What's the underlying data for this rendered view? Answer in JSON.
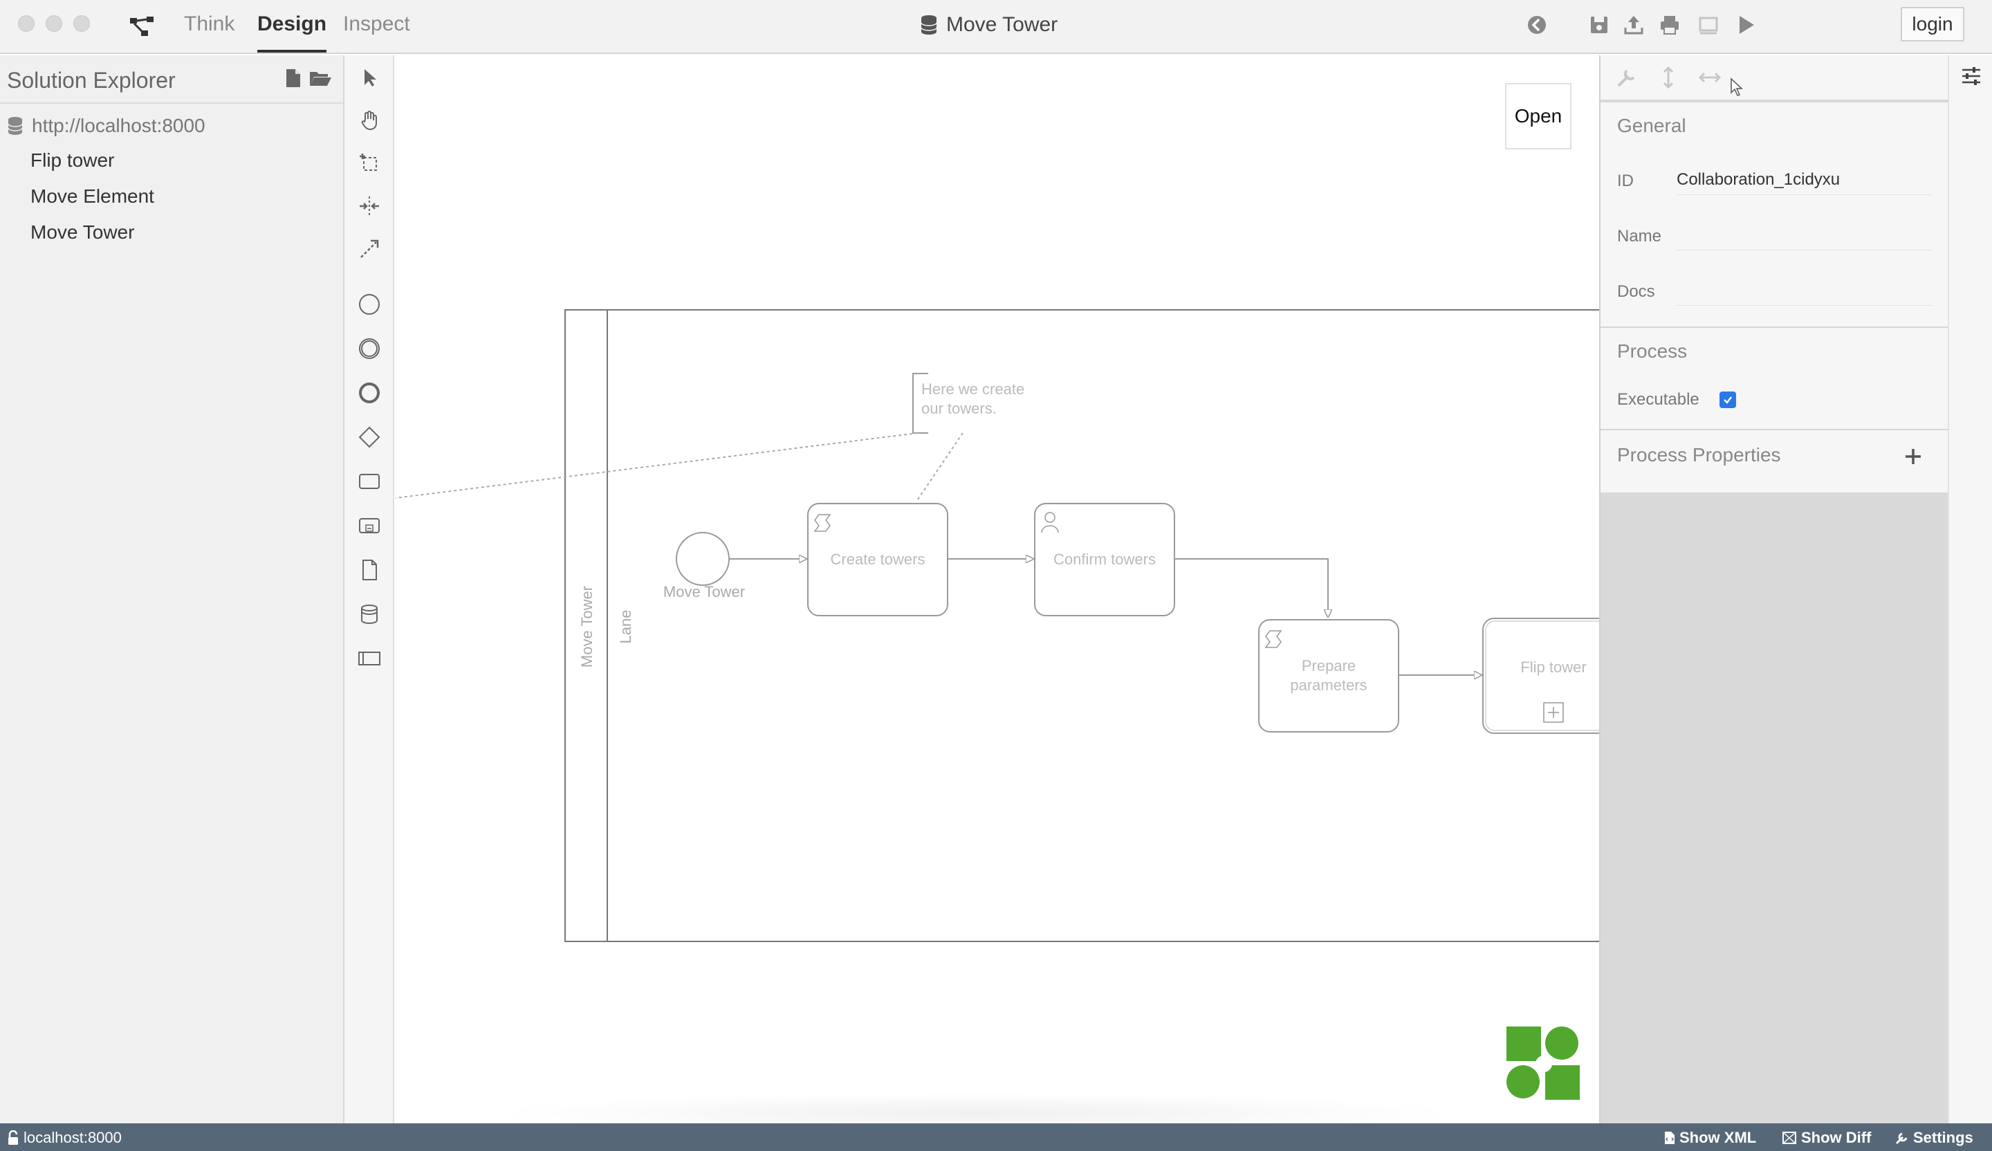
{
  "app": {
    "nav_tabs": [
      "Think",
      "Design",
      "Inspect"
    ],
    "active_tab": "Design",
    "document_title": "Move Tower",
    "login_label": "login"
  },
  "explorer": {
    "title": "Solution Explorer",
    "server": "http://localhost:8000",
    "items": [
      "Flip tower",
      "Move Element",
      "Move Tower"
    ]
  },
  "canvas": {
    "open_button": "Open",
    "pool_label": "Move Tower",
    "lane_label": "Lane",
    "annotation_line1": "Here we create",
    "annotation_line2": "our towers.",
    "start_event_label": "Move Tower",
    "tasks": {
      "create": "Create towers",
      "confirm": "Confirm towers",
      "prepare_line1": "Prepare",
      "prepare_line2": "parameters",
      "flip": "Flip tower"
    },
    "brand_color": "#52a82e"
  },
  "properties": {
    "general_title": "General",
    "id_label": "ID",
    "id_value": "Collaboration_1cidyxu",
    "name_label": "Name",
    "name_value": "",
    "docs_label": "Docs",
    "docs_value": "",
    "process_title": "Process",
    "executable_label": "Executable",
    "executable_checked": true,
    "process_properties_title": "Process Properties",
    "add_label": "+"
  },
  "status": {
    "server": "localhost:8000",
    "show_xml": "Show XML",
    "show_diff": "Show Diff",
    "settings": "Settings",
    "bar_color": "#566878"
  }
}
